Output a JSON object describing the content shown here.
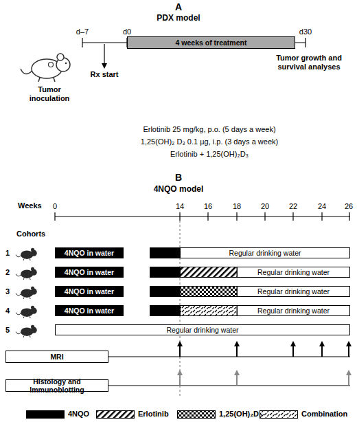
{
  "diagram": {
    "nodes": [
      {
        "text": [
          "4 weeks of treatment"
        ]
      },
      {
        "text": [
          "4NQO in water"
        ]
      },
      {
        "text": [
          "Regular drinking water"
        ]
      },
      {
        "text": [
          "4NQO in water"
        ]
      },
      {
        "text": [
          "Regular drinking water"
        ]
      },
      {
        "text": [
          "4NQO in water"
        ]
      },
      {
        "text": [
          "Regular drinking water"
        ]
      },
      {
        "text": [
          "4NQO in water"
        ]
      },
      {
        "text": [
          "Regular drinking water"
        ]
      },
      {
        "text": [
          "Regular drinking water"
        ]
      },
      {
        "text": [
          "MRI"
        ]
      },
      {
        "text": [
          "Histology and Immunoblotting"
        ]
      }
    ],
    "labels": [
      "A",
      "PDX model",
      "d–7",
      "d0",
      "d30",
      "Tumor inoculation",
      "Rx start",
      "Tumor growth and survival analyses",
      "Erlotinib 25 mg/kg, p.o. (5 days a week)",
      "1,25(OH)₂ D₃ 0.1 µg, i.p. (3 days a week)",
      "Erlotinib + 1,25(OH)₂D₃",
      "B",
      "4NQO model",
      "Weeks",
      "0",
      "14",
      "16",
      "18",
      "20",
      "22",
      "24",
      "26",
      "Cohorts",
      "1",
      "2",
      "3",
      "4",
      "5"
    ],
    "legend": [
      {
        "text": "4NQO",
        "color": "#000000"
      },
      {
        "text": "Erlotinib"
      },
      {
        "text": "1,25(OH)₂D₃"
      },
      {
        "text": "Combination"
      }
    ]
  }
}
